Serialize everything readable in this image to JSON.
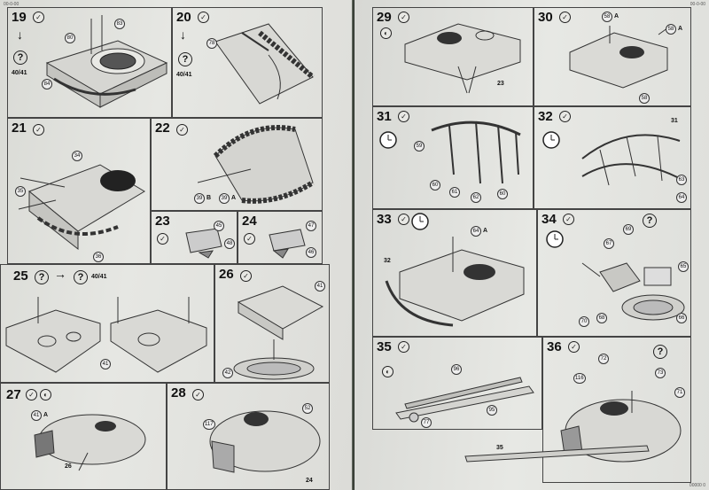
{
  "corner": {
    "left": "00-0-00",
    "right": "00-0-00",
    "bottom_right": "00000 0"
  },
  "steps": {
    "s19": {
      "num": "19",
      "ref": "40/41",
      "callouts": [
        "80",
        "84",
        "83"
      ]
    },
    "s20": {
      "num": "20",
      "ref": "40/41",
      "callouts": [
        "78"
      ]
    },
    "s21": {
      "num": "21",
      "callouts": [
        "34",
        "35",
        "36"
      ]
    },
    "s22": {
      "num": "22",
      "callouts": [
        "39"
      ],
      "labels": [
        "B",
        "A"
      ]
    },
    "s23": {
      "num": "23",
      "callouts": [
        "45",
        "48"
      ]
    },
    "s24": {
      "num": "24",
      "callouts": [
        "47",
        "46"
      ]
    },
    "s25": {
      "num": "25",
      "ref": "40/41",
      "callouts": [
        "41"
      ]
    },
    "s26": {
      "num": "26",
      "callouts": [
        "41",
        "42"
      ]
    },
    "s27": {
      "num": "27",
      "callouts": [
        "41"
      ],
      "labels": [
        "A",
        "26"
      ]
    },
    "s28": {
      "num": "28",
      "callouts": [
        "117",
        "52"
      ],
      "labels": [
        "24"
      ]
    },
    "s29": {
      "num": "29",
      "labels": [
        "23"
      ]
    },
    "s30": {
      "num": "30",
      "callouts": [
        "58",
        "58",
        "58"
      ],
      "labels": [
        "A",
        "A"
      ]
    },
    "s31": {
      "num": "31",
      "callouts": [
        "59",
        "60",
        "61",
        "62",
        "60"
      ]
    },
    "s32": {
      "num": "32",
      "callouts": [
        "63",
        "64"
      ],
      "labels": [
        "31"
      ]
    },
    "s33": {
      "num": "33",
      "callouts": [
        "64"
      ],
      "labels": [
        "A",
        "32"
      ]
    },
    "s34": {
      "num": "34",
      "callouts": [
        "69",
        "67",
        "65",
        "68",
        "70",
        "66"
      ]
    },
    "s35": {
      "num": "35",
      "callouts": [
        "96",
        "95",
        "77"
      ],
      "labels": [
        "35"
      ]
    },
    "s36": {
      "num": "36",
      "callouts": [
        "72",
        "73",
        "116",
        "71"
      ]
    }
  },
  "icons": {
    "glue": "glue-icon",
    "question": "question-mark-icon",
    "paint": "paint-tin-icon"
  }
}
